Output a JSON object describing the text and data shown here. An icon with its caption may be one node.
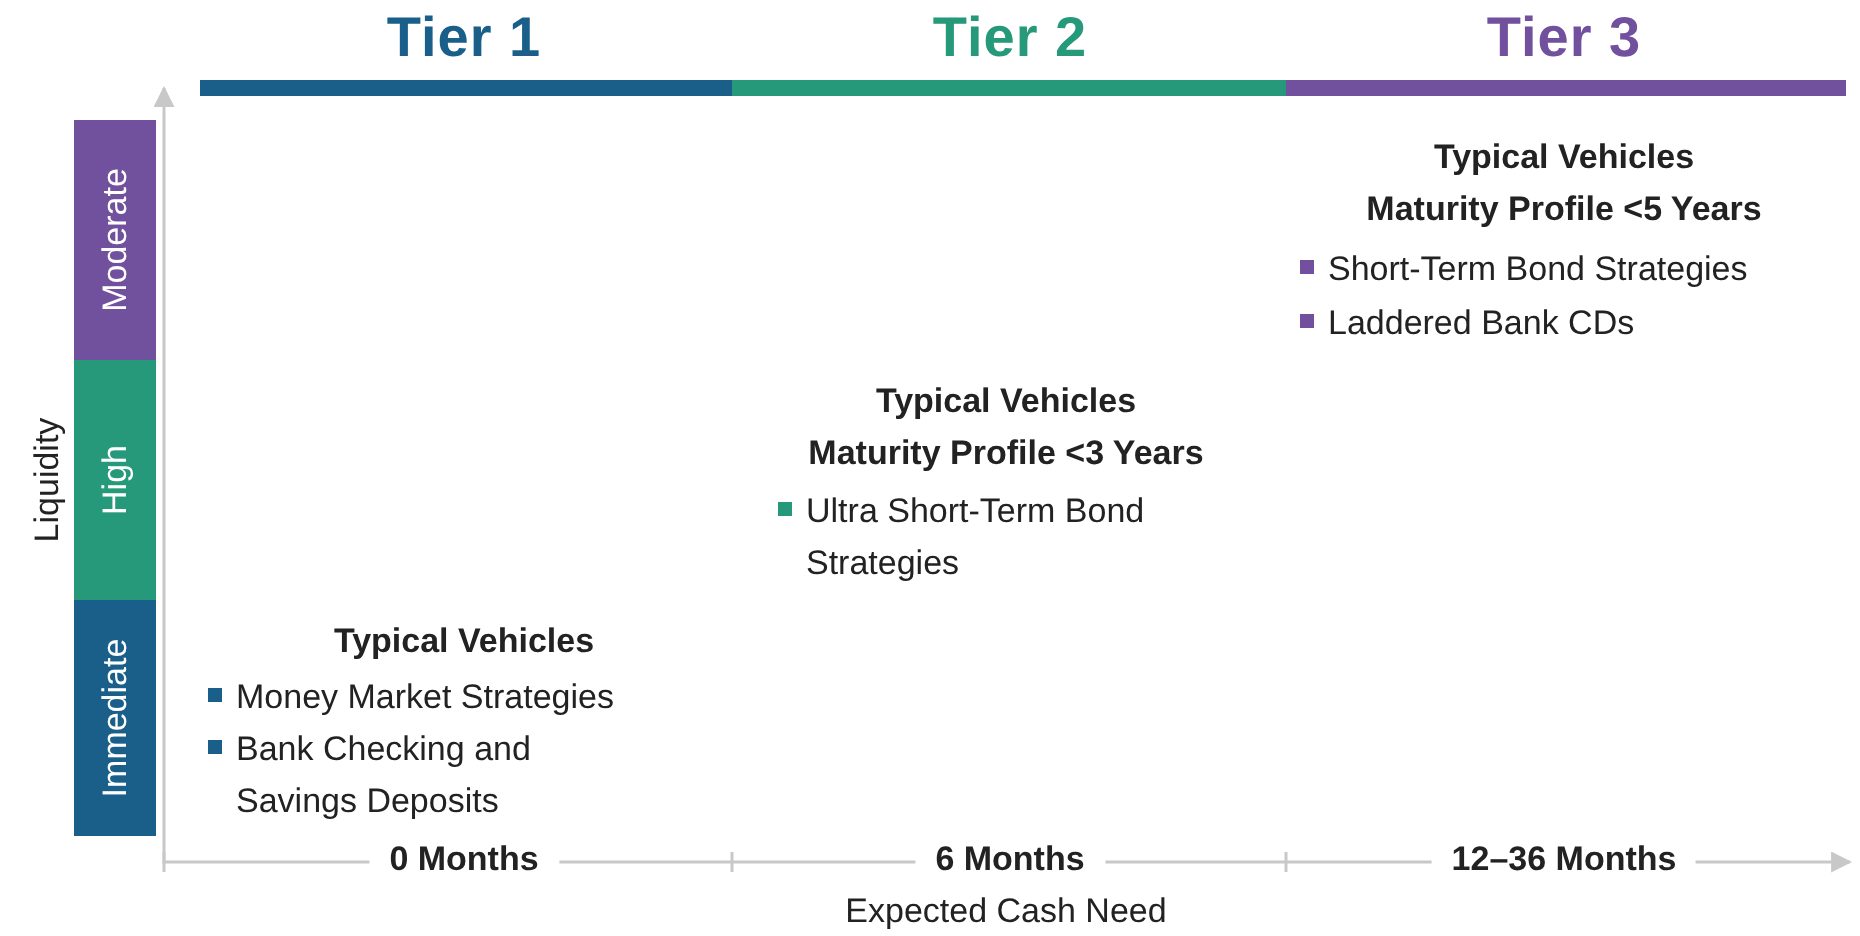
{
  "diagram": {
    "nodes": [
      {
        "text": [
          "Moderate"
        ]
      },
      {
        "text": [
          "High"
        ]
      },
      {
        "text": [
          "Immediate"
        ]
      }
    ],
    "labels": [
      "Tier 1",
      "Tier 2",
      "Tier 3",
      "Typical Vehicles",
      "Maturity Profile <5 Years",
      "Short-Term Bond Strategies",
      "Laddered Bank CDs",
      "Liquidity",
      "Typical Vehicles",
      "Maturity Profile <3 Years",
      "Ultra Short-Term Bond Strategies",
      "Typical Vehicles",
      "Money Market Strategies",
      "Bank Checking and Savings Deposits",
      "0 Months",
      "6 Months",
      "12–36 Months",
      "Expected Cash Need"
    ]
  }
}
